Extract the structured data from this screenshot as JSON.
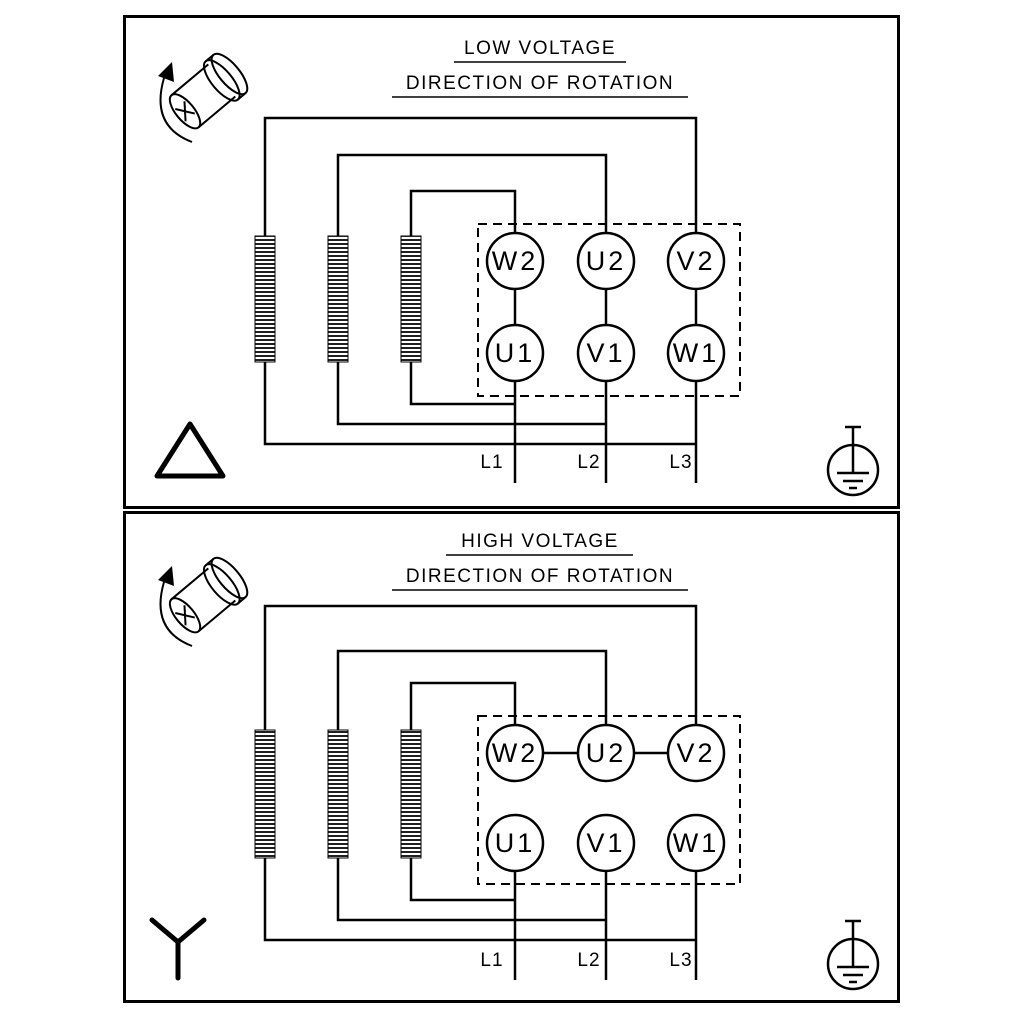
{
  "diagram": {
    "colors": {
      "ink": "#000000",
      "paper": "#ffffff"
    },
    "panels": [
      {
        "title": "LOW VOLTAGE",
        "subtitle": "DIRECTION OF ROTATION",
        "connection": "delta",
        "connection_icon": "delta-icon",
        "terminals_top": [
          "W2",
          "U2",
          "V2"
        ],
        "terminals_bottom": [
          "U1",
          "V1",
          "W1"
        ],
        "leads": [
          "L1",
          "L2",
          "L3"
        ]
      },
      {
        "title": "HIGH VOLTAGE",
        "subtitle": "DIRECTION OF ROTATION",
        "connection": "star",
        "connection_icon": "star-icon",
        "terminals_top": [
          "W2",
          "U2",
          "V2"
        ],
        "terminals_bottom": [
          "U1",
          "V1",
          "W1"
        ],
        "leads": [
          "L1",
          "L2",
          "L3"
        ]
      }
    ],
    "icons": [
      "rotation-shaft-icon",
      "delta-icon",
      "star-icon",
      "earth-ground-icon"
    ]
  }
}
